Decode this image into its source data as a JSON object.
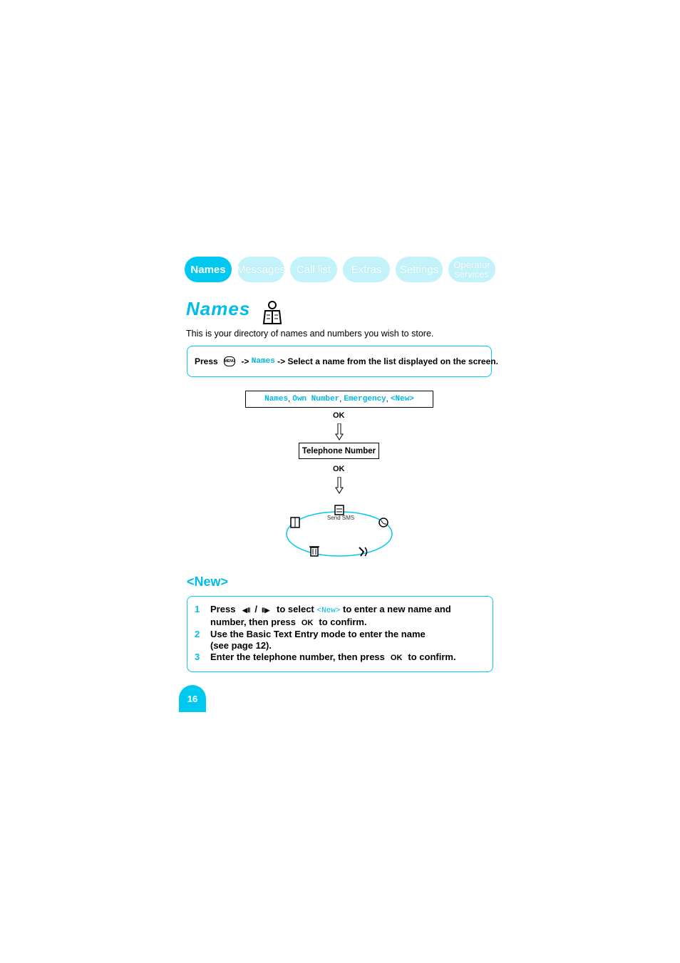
{
  "tabs": [
    {
      "label": "Names",
      "active": true
    },
    {
      "label": "Messages"
    },
    {
      "label": "Call list"
    },
    {
      "label": "Extras"
    },
    {
      "label": "Settings"
    },
    {
      "label_line1": "Operator",
      "label_line2": "services"
    }
  ],
  "title": "Names",
  "intro": "This is your directory of names and numbers you wish to store.",
  "press_line": {
    "press": "Press",
    "menu_key": "MENU",
    "arrow1": "->",
    "names": "Names",
    "arrow2": "->",
    "instruction": "Select a name from the list displayed on the screen."
  },
  "flow": {
    "list_items": [
      "Names",
      "Own Number",
      "Emergency",
      "<New>"
    ],
    "separator": ",",
    "ok1": "OK",
    "telephone_number": "Telephone Number",
    "ok2": "OK",
    "send_sms": "Send SMS"
  },
  "new_section": {
    "title": "<New>",
    "step1": {
      "num": "1",
      "press": "Press",
      "slash": "/",
      "to_select": "to select",
      "new": "<New>",
      "rest1": "to enter a new name and",
      "line2a": "number, then press",
      "ok": "OK",
      "line2b": "to confirm."
    },
    "step2": {
      "num": "2",
      "line1": "Use the Basic Text Entry mode to enter the name",
      "line2": "(see page 12)."
    },
    "step3": {
      "num": "3",
      "text": "Enter the telephone number, then press",
      "ok": "OK",
      "end": "to confirm."
    }
  },
  "page_number": "16",
  "colors": {
    "accent": "#00c8ef",
    "light_tab": "#c4f2fb"
  }
}
